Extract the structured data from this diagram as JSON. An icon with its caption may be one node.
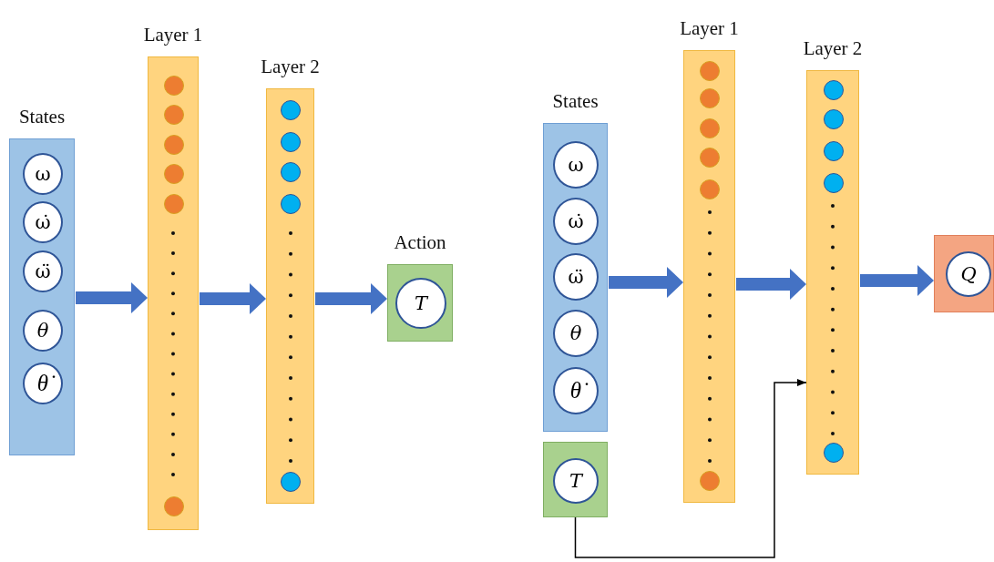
{
  "diagram": {
    "nodes": [
      {
        "text": [
          "States"
        ]
      },
      {
        "text": [
          "ω"
        ],
        "in": 0
      },
      {
        "text": [
          "ω̇"
        ],
        "in": 0
      },
      {
        "text": [
          "ω̈"
        ],
        "in": 0
      },
      {
        "text": [
          "θ"
        ],
        "in": 0
      },
      {
        "text": [
          "θ̇"
        ],
        "in": 0
      },
      {
        "text": [
          "Layer 1"
        ]
      },
      {
        "text": [],
        "shape": "circle",
        "in": 6
      },
      {
        "text": [],
        "shape": "circle",
        "in": 6
      },
      {
        "text": [],
        "shape": "circle",
        "in": 6
      },
      {
        "text": [],
        "shape": "circle",
        "in": 6
      },
      {
        "text": [],
        "shape": "circle",
        "in": 6
      },
      {
        "text": [],
        "shape": "circle",
        "in": 6
      },
      {
        "text": [
          "Layer 2"
        ]
      },
      {
        "text": [],
        "shape": "circle",
        "in": 13
      },
      {
        "text": [],
        "shape": "circle",
        "in": 13
      },
      {
        "text": [],
        "shape": "circle",
        "in": 13
      },
      {
        "text": [],
        "shape": "circle",
        "in": 13
      },
      {
        "text": [],
        "shape": "circle",
        "in": 13
      },
      {
        "text": [
          "Action"
        ]
      },
      {
        "text": [
          "T"
        ],
        "in": 19
      },
      {
        "text": [
          "States"
        ]
      },
      {
        "text": [
          "ω"
        ],
        "in": 21
      },
      {
        "text": [
          "ω̇"
        ],
        "in": 21
      },
      {
        "text": [
          "ω̈"
        ],
        "in": 21
      },
      {
        "text": [
          "θ"
        ],
        "in": 21
      },
      {
        "text": [
          "θ̇"
        ],
        "in": 21
      },
      {
        "text": [
          "Layer 1"
        ]
      },
      {
        "text": [],
        "shape": "circle",
        "in": 27
      },
      {
        "text": [],
        "shape": "circle",
        "in": 27
      },
      {
        "text": [],
        "shape": "circle",
        "in": 27
      },
      {
        "text": [],
        "shape": "circle",
        "in": 27
      },
      {
        "text": [],
        "shape": "circle",
        "in": 27
      },
      {
        "text": [],
        "shape": "circle",
        "in": 27
      },
      {
        "text": [
          "Layer 2"
        ]
      },
      {
        "text": [],
        "shape": "circle",
        "in": 34
      },
      {
        "text": [],
        "shape": "circle",
        "in": 34
      },
      {
        "text": [],
        "shape": "circle",
        "in": 34
      },
      {
        "text": [],
        "shape": "circle",
        "in": 34
      },
      {
        "text": [],
        "shape": "circle",
        "in": 34
      },
      {
        "text": [],
        "shape": "box"
      },
      {
        "text": [
          "Q"
        ],
        "in": 40
      },
      {
        "text": [],
        "shape": "box"
      },
      {
        "text": [
          "T"
        ],
        "in": 42
      }
    ],
    "edges": [
      {
        "from": 0,
        "to": 6,
        "arrow": "to"
      },
      {
        "from": 6,
        "to": 13,
        "arrow": "to"
      },
      {
        "from": 13,
        "to": 19,
        "arrow": "to"
      },
      {
        "from": 21,
        "to": 27,
        "arrow": "to"
      },
      {
        "from": 27,
        "to": 34,
        "arrow": "to"
      },
      {
        "from": 34,
        "to": 40,
        "arrow": "to"
      },
      {
        "from": 42,
        "to": 34,
        "arrow": "to",
        "color": "#000000"
      }
    ]
  }
}
